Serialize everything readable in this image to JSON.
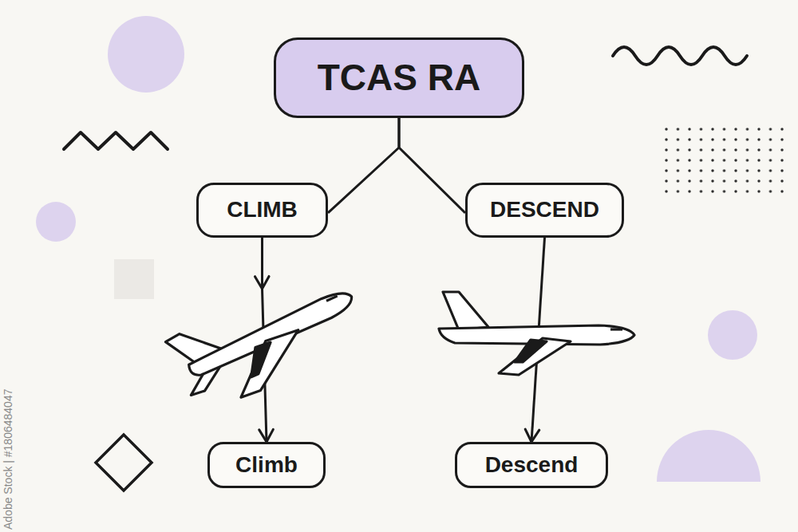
{
  "diagram": {
    "nodes": [
      {
        "text": [
          "TCAS RA"
        ]
      },
      {
        "text": [
          "CLIMB"
        ]
      },
      {
        "text": [
          "DESCEND"
        ]
      },
      {
        "text": [
          "Climb"
        ]
      },
      {
        "text": [
          "Descend"
        ]
      }
    ],
    "edges": [
      {
        "from": 0,
        "to": 1,
        "arrow": "none"
      },
      {
        "from": 0,
        "to": 2,
        "arrow": "none"
      },
      {
        "from": 1,
        "to": 3,
        "arrow": "to"
      },
      {
        "from": 2,
        "to": 4,
        "arrow": "to"
      }
    ],
    "labels": [
      "Adobe Stock | #1806484047"
    ]
  }
}
